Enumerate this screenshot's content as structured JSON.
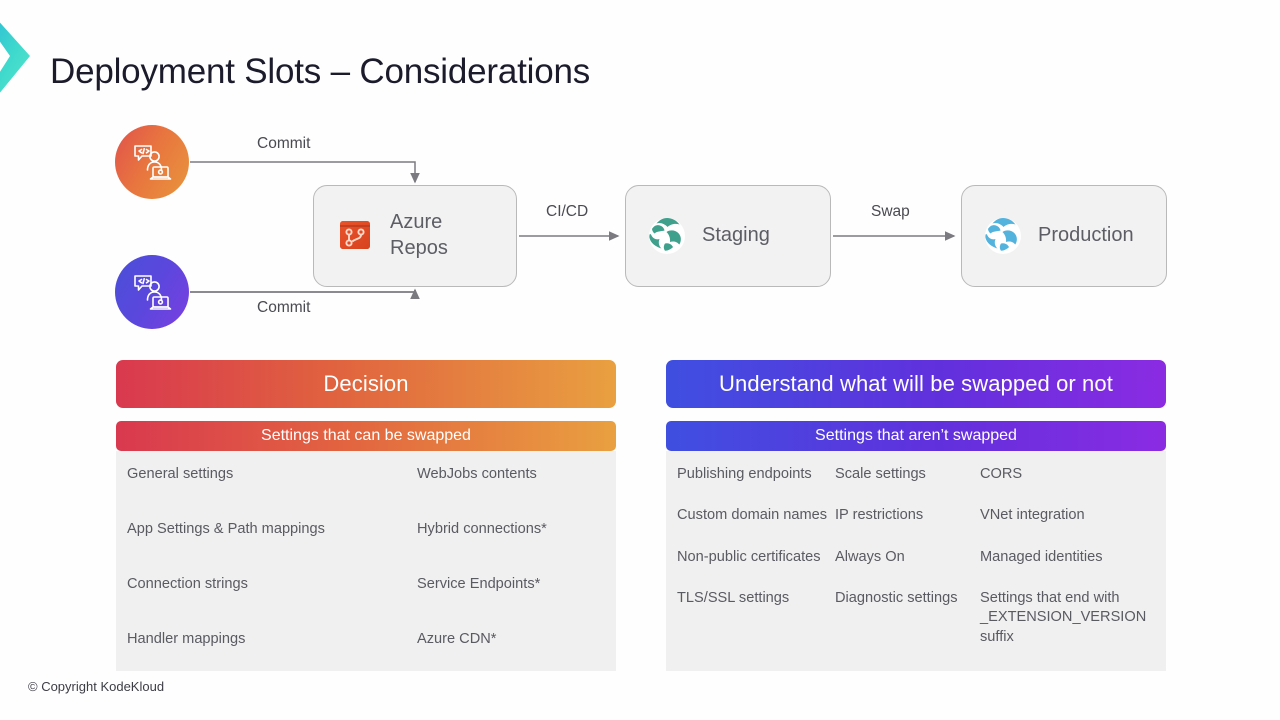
{
  "slide": {
    "title": "Deployment Slots – Considerations",
    "footer": "© Copyright KodeKloud",
    "logo_icon": "chevron-right-logo"
  },
  "diagram": {
    "nodes": [
      {
        "id": "dev-top",
        "icon": "developer-laptop-icon",
        "label": ""
      },
      {
        "id": "dev-bottom",
        "icon": "developer-laptop-icon",
        "label": ""
      },
      {
        "id": "azure-repos",
        "icon": "azure-repos-icon",
        "label_line1": "Azure",
        "label_line2": "Repos"
      },
      {
        "id": "staging",
        "icon": "app-service-globe-icon",
        "label": "Staging"
      },
      {
        "id": "production",
        "icon": "app-service-globe-icon",
        "label": "Production"
      }
    ],
    "edges": [
      {
        "id": "commit-top",
        "label": "Commit"
      },
      {
        "id": "commit-bottom",
        "label": "Commit"
      },
      {
        "id": "cicd",
        "label": "CI/CD"
      },
      {
        "id": "swap",
        "label": "Swap"
      }
    ]
  },
  "panels": {
    "left": {
      "title": "Decision",
      "subtitle": "Settings that can be swapped",
      "columns": 2,
      "rows": [
        [
          "General settings",
          "WebJobs contents"
        ],
        [
          "App Settings & Path mappings",
          "Hybrid connections*"
        ],
        [
          "Connection strings",
          "Service Endpoints*"
        ],
        [
          "Handler mappings",
          "Azure CDN*"
        ]
      ]
    },
    "right": {
      "title": "Understand what will be swapped or not",
      "subtitle": "Settings that aren’t swapped",
      "columns": 3,
      "rows": [
        [
          "Publishing endpoints",
          "Scale settings",
          "CORS"
        ],
        [
          "Custom domain names",
          "IP restrictions",
          "VNet integration"
        ],
        [
          "Non-public certificates",
          "Always On",
          "Managed identities"
        ],
        [
          "TLS/SSL settings",
          "Diagnostic settings",
          "Settings that end with _EXTENSION_VERSION suffix"
        ]
      ]
    }
  },
  "colors": {
    "left_gradient_start": "#d9394f",
    "left_gradient_end": "#e9a040",
    "right_gradient_start": "#3f4fe0",
    "right_gradient_end": "#8b2be2",
    "panel_body_bg": "#f0f0f0",
    "node_bg": "#f2f2f2",
    "title_color": "#1b1b2c",
    "logo_color": "#3fd9cd"
  }
}
